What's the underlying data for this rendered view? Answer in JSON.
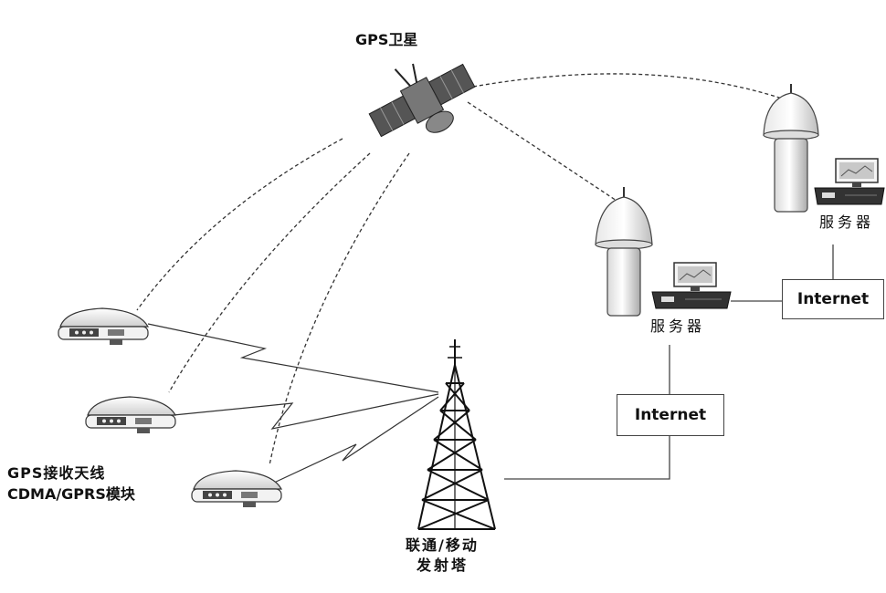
{
  "satellite": {
    "label": "GPS卫星"
  },
  "servers": [
    {
      "label": "服务器"
    },
    {
      "label": "服务器"
    }
  ],
  "internet_boxes": [
    {
      "label": "Internet"
    },
    {
      "label": "Internet"
    }
  ],
  "receivers": {
    "label_line1": "GPS接收天线",
    "label_line2": "CDMA/GPRS模块"
  },
  "tower": {
    "label_line1": "联通/移动",
    "label_line2": "发射塔"
  }
}
